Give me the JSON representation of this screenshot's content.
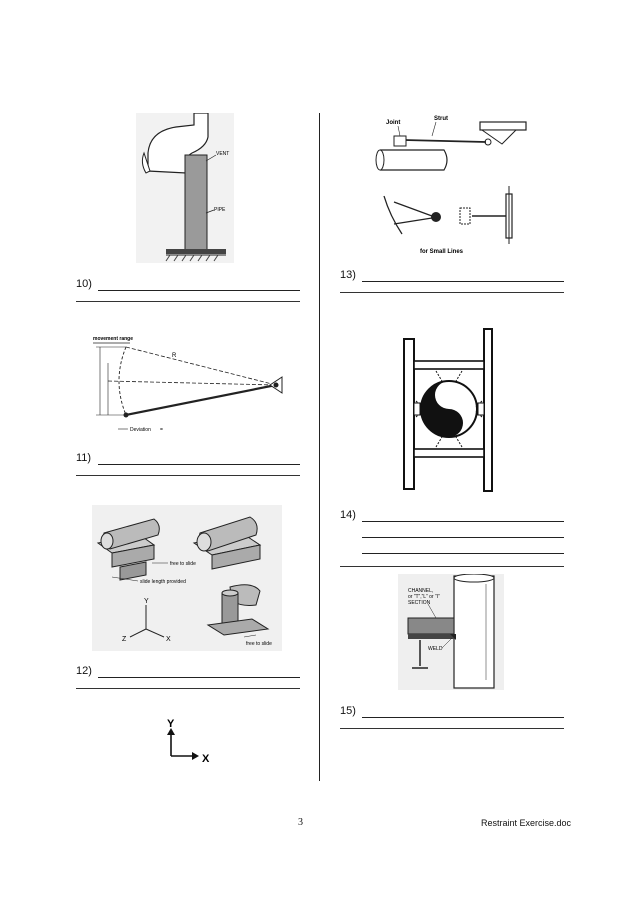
{
  "questions": [
    {
      "num": "10)"
    },
    {
      "num": "11)"
    },
    {
      "num": "12)"
    },
    {
      "num": "13)"
    },
    {
      "num": "14)"
    },
    {
      "num": "15)"
    }
  ],
  "figures": {
    "fig10": {
      "vent": "VENT",
      "pipe": "PIPE"
    },
    "fig11": {
      "movement": "movement range",
      "r": "R",
      "deviation": "Deviation",
      "formula": "=  "
    },
    "fig12": {
      "free_top": "free to slide",
      "slide_len": "slide length provided",
      "free_bottom": "free to slide",
      "axis_y": "Y",
      "axis_z": "Z",
      "axis_x": "X"
    },
    "fig13": {
      "joint": "Joint",
      "strut": "Strut",
      "small": "for Small Lines"
    },
    "fig15": {
      "channel1": "CHANNEL,",
      "channel2": "or “T”,“L” or “I”",
      "channel3": "SECTION",
      "weld": "WELD"
    },
    "axes_bottom": {
      "y": "Y",
      "x": "X"
    }
  },
  "footer": {
    "page": "3",
    "doc": "Restraint Exercise.doc"
  }
}
